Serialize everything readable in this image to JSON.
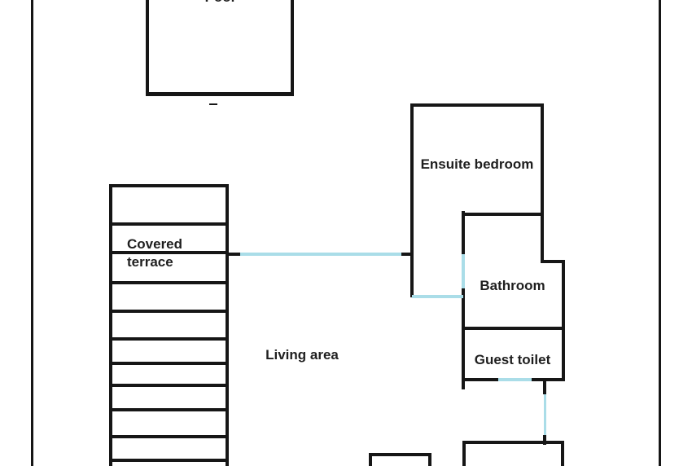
{
  "diagram": {
    "type": "floor-plan",
    "labels": {
      "pool": "Pool",
      "covered_terrace_line1": "Covered",
      "covered_terrace_line2": "terrace",
      "ensuite_bedroom": "Ensuite bedroom",
      "bathroom": "Bathroom",
      "living_area": "Living area",
      "guest_toilet": "Guest toilet"
    },
    "colors": {
      "wall": "#161616",
      "glass_door": "#aadde8",
      "background": "#ffffff",
      "text": "#1f1f1f"
    }
  }
}
